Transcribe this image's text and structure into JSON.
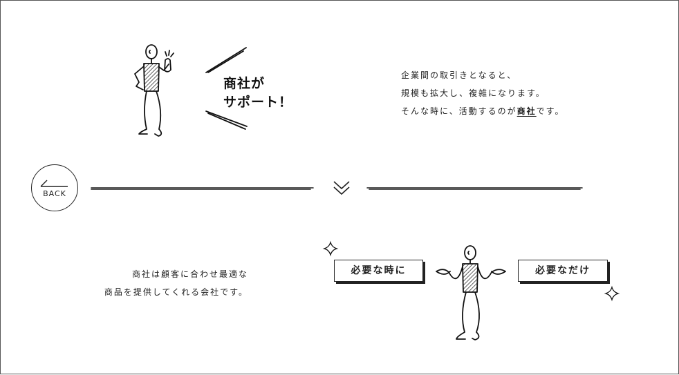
{
  "hero": {
    "shout_line1": "商社が",
    "shout_line2": "サポート！"
  },
  "explanation": {
    "line1": "企業間の取引きとなると、",
    "line2": "規模も拡大し、複雑になります。",
    "line3_before": "そんな時に、活動するのが",
    "line3_highlight": "商社",
    "line3_after": "です。"
  },
  "navigation": {
    "back_label": "BACK",
    "scroll_icon": "double-chevron-down-icon"
  },
  "summary": {
    "line1": "商社は顧客に合わせ最適な",
    "line2": "商品を提供してくれる会社です。"
  },
  "tags": {
    "left": "必要な時に",
    "right": "必要なだけ"
  },
  "colors": {
    "ink": "#222222",
    "background": "#ffffff"
  }
}
